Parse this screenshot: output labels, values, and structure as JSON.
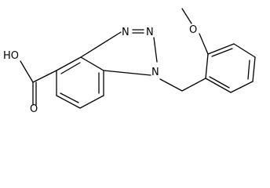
{
  "atom_labels": {
    "hydroxyl": "HO",
    "carbonyl_oxygen": "O",
    "triazole_n3": "N",
    "triazole_n2": "N",
    "triazole_n1": "N",
    "methoxy_oxygen": "O"
  },
  "colors": {
    "background": "#ffffff",
    "ink": "#000000"
  }
}
